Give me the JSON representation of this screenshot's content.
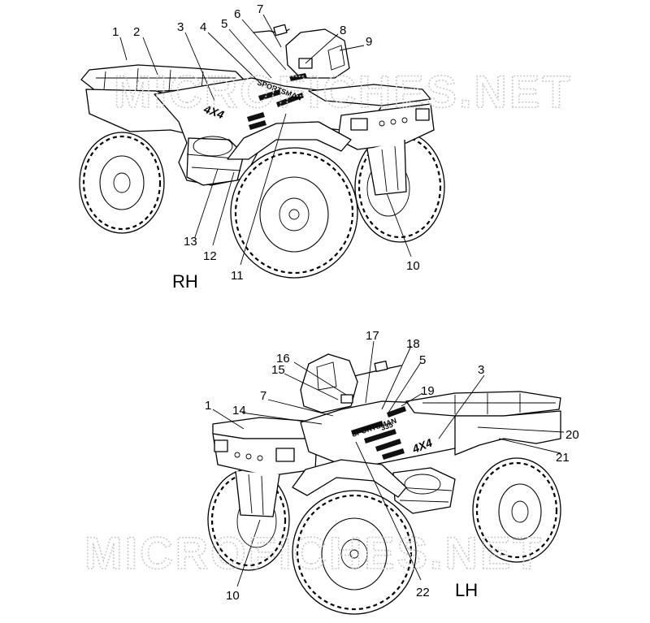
{
  "watermark": "MICROFICHES.NET",
  "views": {
    "rh": {
      "side_label": "RH",
      "callouts": [
        "1",
        "2",
        "3",
        "4",
        "5",
        "6",
        "7",
        "8",
        "9",
        "10",
        "11",
        "12",
        "13"
      ],
      "decals": {
        "model": "SPORTSMAN",
        "drive": "4X4"
      }
    },
    "lh": {
      "side_label": "LH",
      "callouts": [
        "1",
        "14",
        "7",
        "15",
        "16",
        "17",
        "18",
        "5",
        "19",
        "3",
        "20",
        "21",
        "22",
        "10"
      ],
      "decals": {
        "model": "SPORTSMAN",
        "engine": "335",
        "drive": "4X4"
      }
    }
  }
}
